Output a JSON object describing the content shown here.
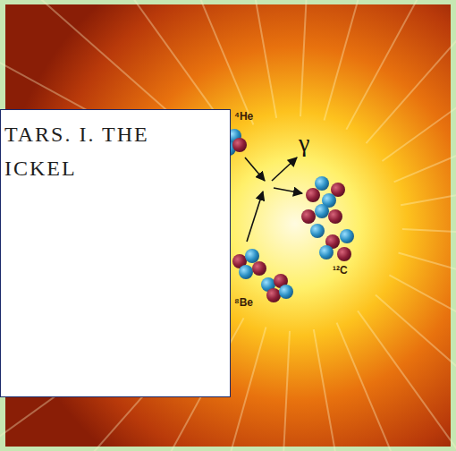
{
  "diagram": {
    "nodes": [
      {
        "text": [
          "TARS. I. THE ICKEL"
        ]
      }
    ],
    "labels": [
      "⁴He",
      "γ",
      "⁸Be",
      "¹²C"
    ]
  }
}
